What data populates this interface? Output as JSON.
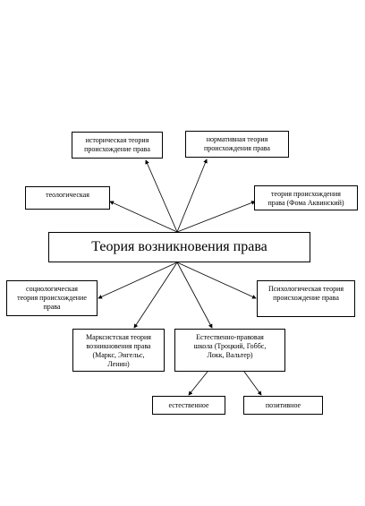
{
  "diagram": {
    "title": "Теория возникновения права",
    "nodes": {
      "historical": "историческая теория\nпроисхождение права",
      "normative": "нормативная теория\nпроисхождения права",
      "theological": "теологическая",
      "aquinas": "теория происхождения\nправа (Фома Аквинский)",
      "sociological": "социологическая\nтеория происхождение\nправа",
      "psychological": "Психологическая теория\nпроисхождение права",
      "marxist": "Марксистская теория\nвозникновения права\n(Маркс, Энгельс,\nЛенин)",
      "natural_law": "Естественно-правовая\nшкола (Троцкий, Гоббс,\nЛокк, Вальтер)",
      "natural": "естественное",
      "positive": "позитивное"
    },
    "colors": {
      "line": "#000000",
      "background": "#ffffff"
    }
  }
}
